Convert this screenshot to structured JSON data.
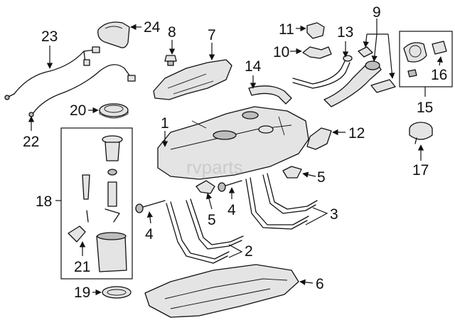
{
  "diagram": {
    "watermark": "rvparts",
    "callouts": {
      "c1": "1",
      "c2": "2",
      "c3": "3",
      "c4a": "4",
      "c4b": "4",
      "c5a": "5",
      "c5b": "5",
      "c6": "6",
      "c7": "7",
      "c8": "8",
      "c9": "9",
      "c10": "10",
      "c11": "11",
      "c12": "12",
      "c13": "13",
      "c14": "14",
      "c15": "15",
      "c16": "16",
      "c17": "17",
      "c18": "18",
      "c19": "19",
      "c20": "20",
      "c21": "21",
      "c22": "22",
      "c23": "23",
      "c24": "24"
    }
  }
}
